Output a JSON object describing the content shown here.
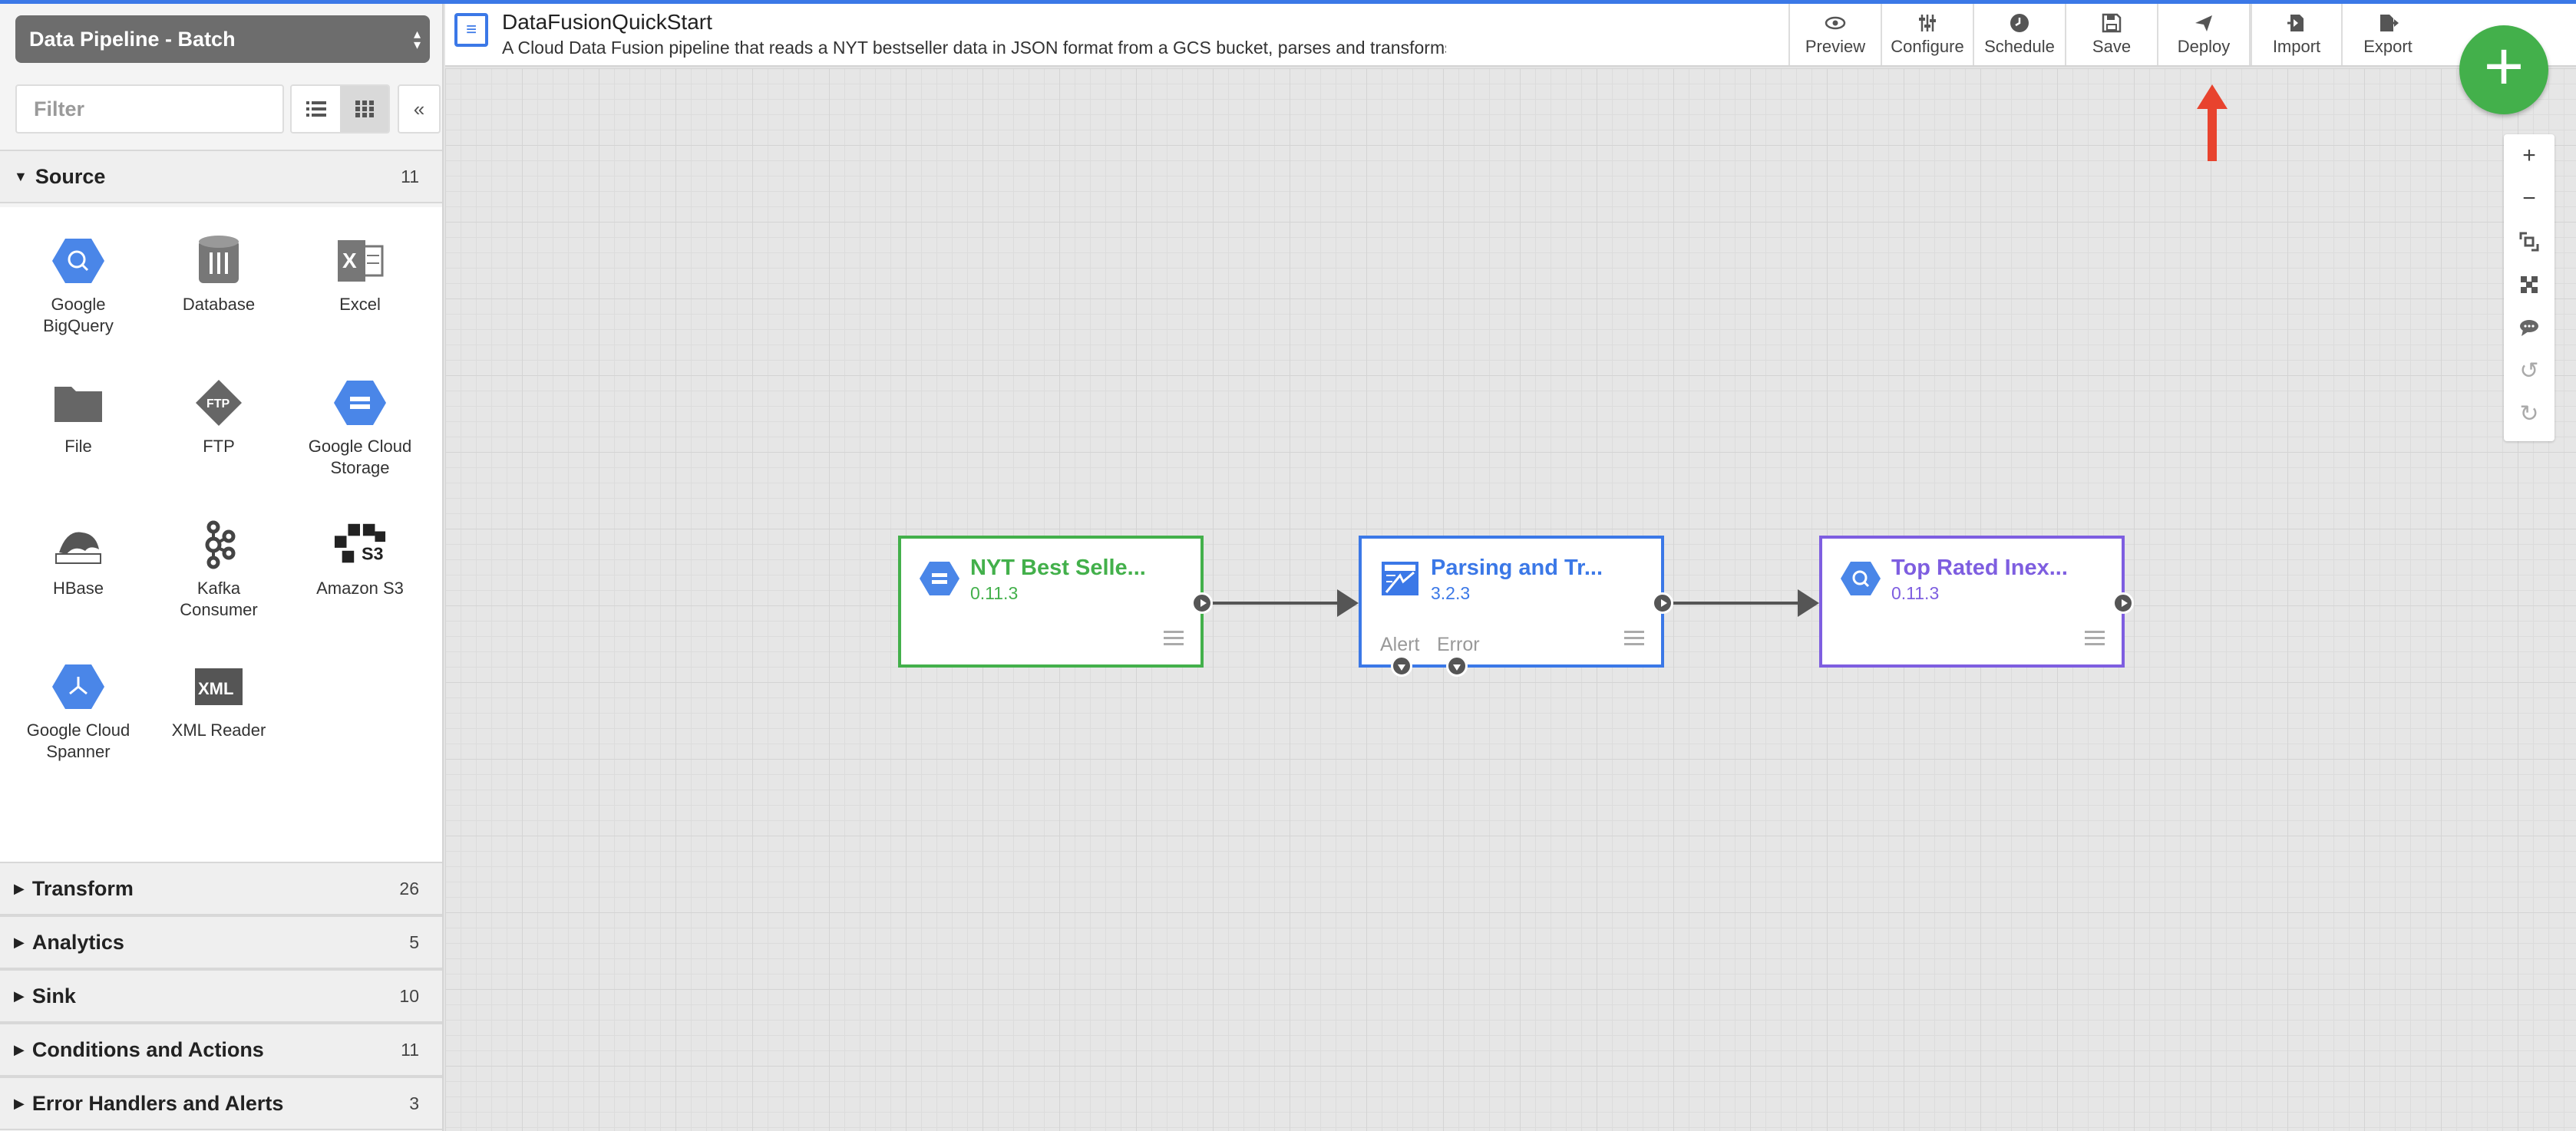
{
  "sidebar": {
    "pipeline_type": "Data Pipeline - Batch",
    "filter_placeholder": "Filter",
    "source": {
      "label": "Source",
      "count": "11",
      "plugins": [
        {
          "name": "Google BigQuery",
          "icon": "bigquery-icon"
        },
        {
          "name": "Database",
          "icon": "database-icon"
        },
        {
          "name": "Excel",
          "icon": "excel-icon"
        },
        {
          "name": "File",
          "icon": "folder-icon"
        },
        {
          "name": "FTP",
          "icon": "ftp-icon"
        },
        {
          "name": "Google Cloud Storage",
          "icon": "gcs-icon"
        },
        {
          "name": "HBase",
          "icon": "hbase-icon"
        },
        {
          "name": "Kafka Consumer",
          "icon": "kafka-icon"
        },
        {
          "name": "Amazon S3",
          "icon": "s3-icon"
        },
        {
          "name": "Google Cloud Spanner",
          "icon": "spanner-icon"
        },
        {
          "name": "XML Reader",
          "icon": "xml-icon"
        }
      ]
    },
    "categories": [
      {
        "label": "Transform",
        "count": "26"
      },
      {
        "label": "Analytics",
        "count": "5"
      },
      {
        "label": "Sink",
        "count": "10"
      },
      {
        "label": "Conditions and Actions",
        "count": "11"
      },
      {
        "label": "Error Handlers and Alerts",
        "count": "3"
      }
    ]
  },
  "header": {
    "title": "DataFusionQuickStart",
    "description": "A Cloud Data Fusion pipeline that reads a NYT bestseller data in JSON format from a GCS bucket, parses and transforms it, and returns the top rated book…",
    "toolbar": [
      "Preview",
      "Configure",
      "Schedule",
      "Save",
      "Deploy",
      "Import",
      "Export"
    ]
  },
  "canvas": {
    "add_button": "+",
    "zoom_controls": [
      "zoom-in",
      "zoom-out",
      "fit-to-screen",
      "align",
      "comment",
      "undo",
      "redo"
    ],
    "nodes": [
      {
        "title": "NYT Best Selle...",
        "version": "0.11.3",
        "color": "#43b04b"
      },
      {
        "title": "Parsing and Tr...",
        "version": "3.2.3",
        "color": "#3b78e7",
        "alert_label": "Alert",
        "error_label": "Error"
      },
      {
        "title": "Top Rated Inex...",
        "version": "0.11.3",
        "color": "#7e5ee0"
      }
    ]
  },
  "colors": {
    "accent": "#3b78e7",
    "fab": "#43b04b",
    "hint_arrow": "#e8432e",
    "source_node": "#43b04b",
    "transform_node": "#3b78e7",
    "sink_node": "#7e5ee0"
  }
}
